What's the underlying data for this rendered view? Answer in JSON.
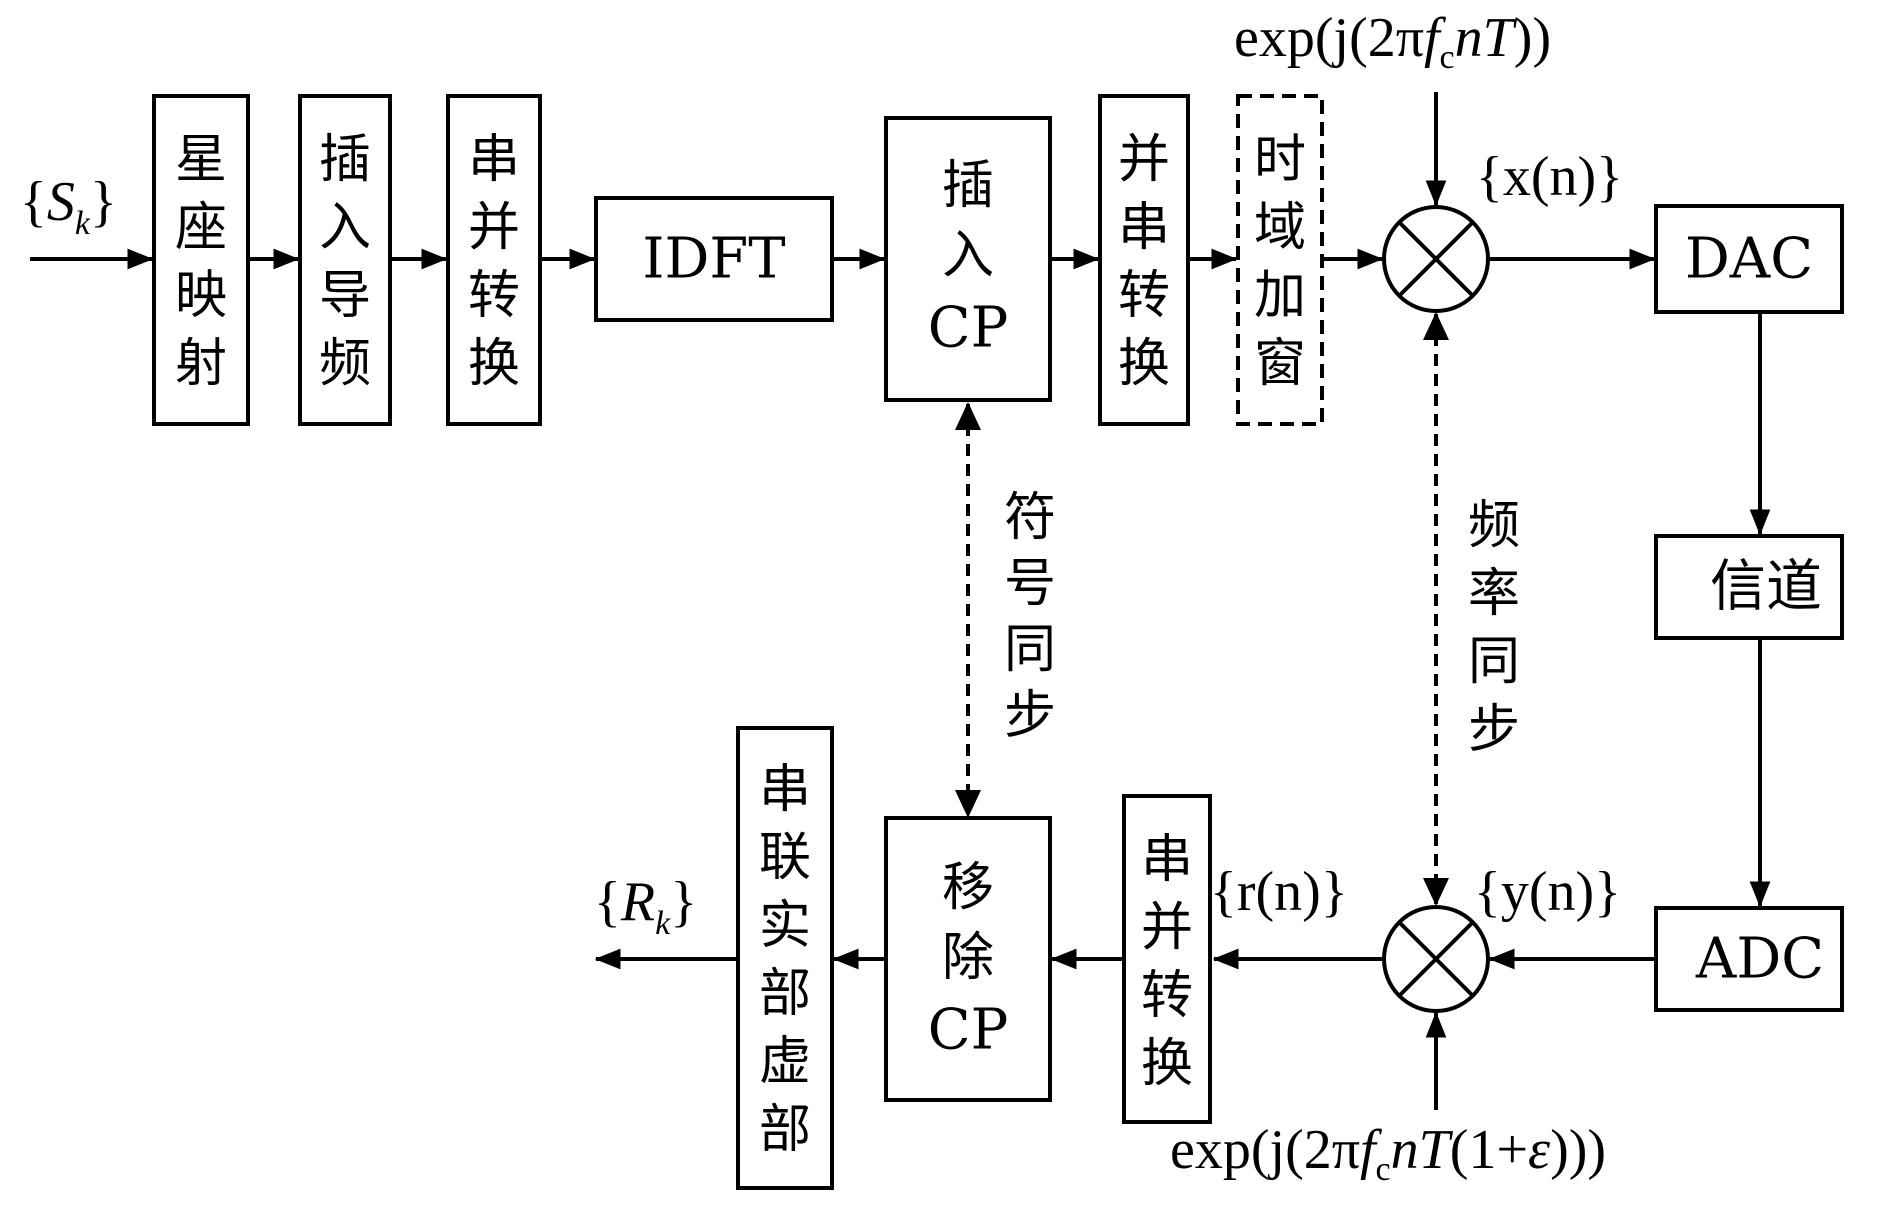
{
  "tx": {
    "input": {
      "brace_l": "{",
      "var": "S",
      "sub": "k",
      "brace_r": "}"
    },
    "blocks": {
      "constellation": [
        "星",
        "座",
        "映",
        "射"
      ],
      "pilot": [
        "插",
        "入",
        "导",
        "频"
      ],
      "sp": [
        "串",
        "并",
        "转",
        "换"
      ],
      "idft": "IDFT",
      "insert_cp_chars": [
        "插",
        "入"
      ],
      "insert_cp_tail": "CP",
      "ps": [
        "并",
        "串",
        "转",
        "换"
      ],
      "window": [
        "时",
        "域",
        "加",
        "窗"
      ],
      "dac": "DAC"
    },
    "carrier": {
      "a": "exp(j(2π",
      "f": "f",
      "c": "c",
      "nT": "nT",
      "close": "))"
    },
    "xn": "{x(n)}"
  },
  "channel": "信道",
  "rx": {
    "adc": "ADC",
    "yn": "{y(n)}",
    "rn": "{r(n)}",
    "carrier": {
      "a": "exp(j(2π",
      "f": "f",
      "c": "c",
      "nT": "nT",
      "mid": "(1+",
      "eps": "ε",
      "close": ")))"
    },
    "sp": [
      "串",
      "并",
      "转",
      "换"
    ],
    "remove_cp_chars": [
      "移",
      "除"
    ],
    "remove_cp_tail": "CP",
    "concat": [
      "串",
      "联",
      "实",
      "部",
      "虚",
      "部"
    ],
    "output": {
      "brace_l": "{",
      "var": "R",
      "sub": "k",
      "brace_r": "}"
    }
  },
  "sync": {
    "symbol": [
      "符",
      "号",
      "同",
      "步"
    ],
    "frequency": [
      "频",
      "率",
      "同",
      "步"
    ]
  }
}
